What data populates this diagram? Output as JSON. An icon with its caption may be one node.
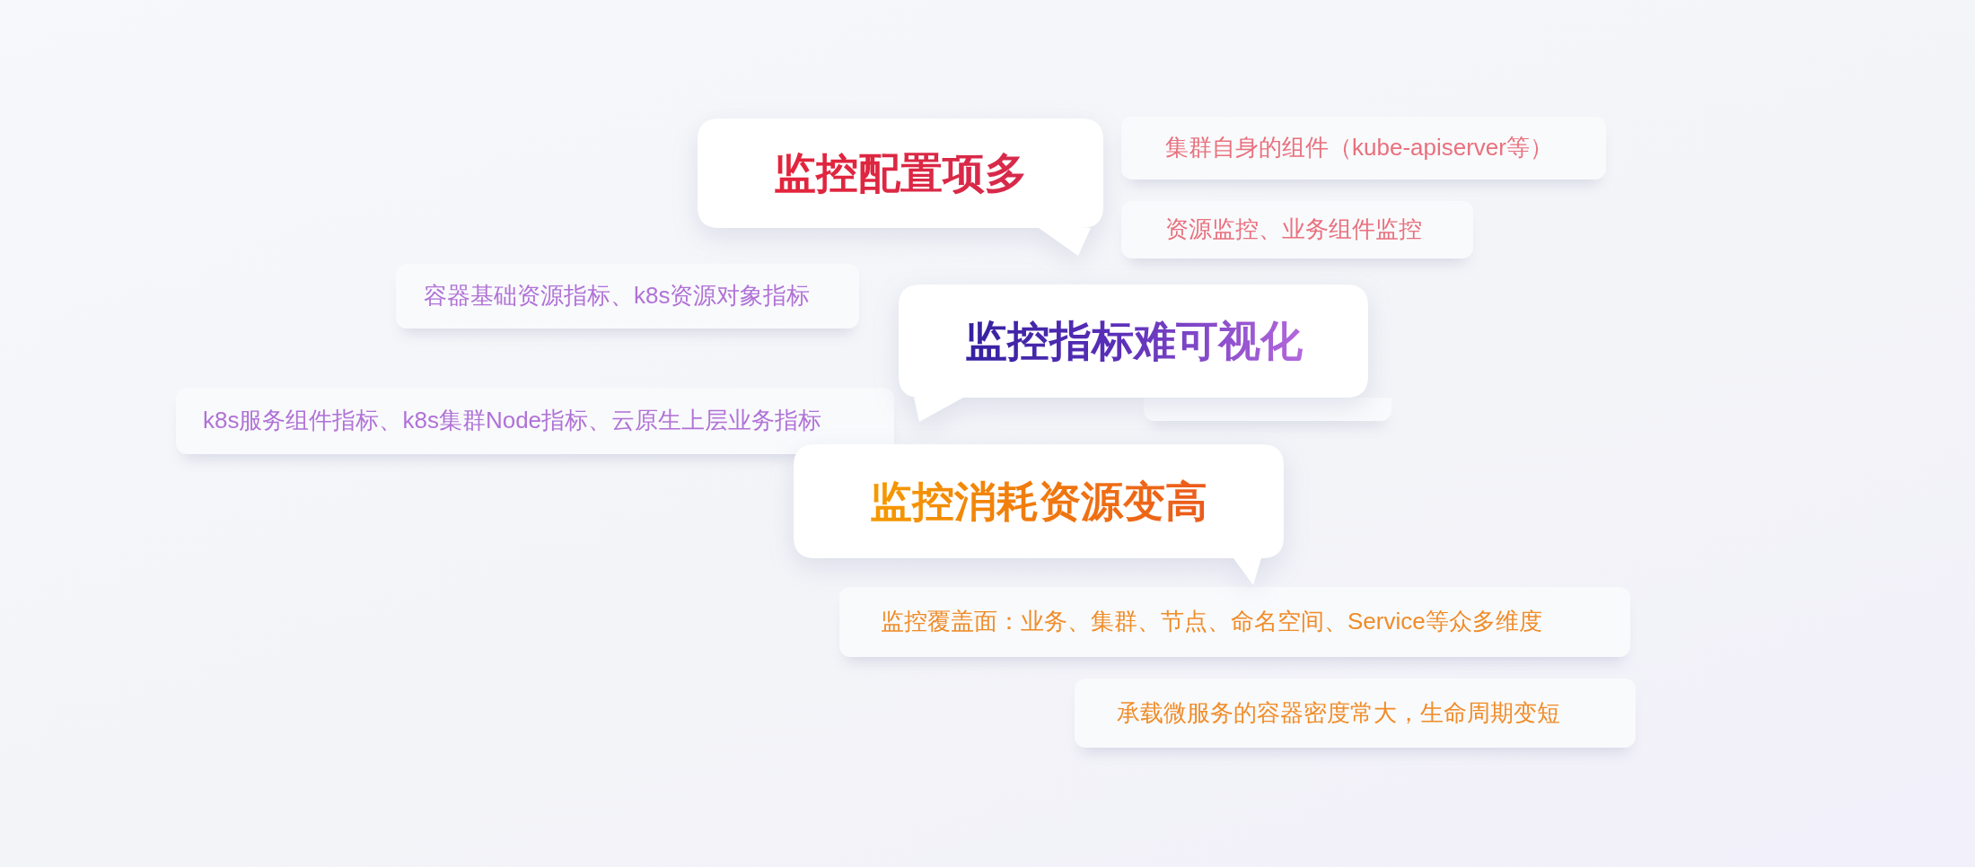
{
  "diagram": {
    "nodes": [
      {
        "text": [
          "监控配置项多"
        ]
      },
      {
        "text": [
          "集群自身的组件（kube-apiserver等）"
        ]
      },
      {
        "text": [
          "资源监控、业务组件监控"
        ]
      },
      {
        "text": [
          "容器基础资源指标、k8s资源对象指标"
        ]
      },
      {
        "text": [
          "监控指标难可视化"
        ]
      },
      {
        "text": [],
        "shape": "box"
      },
      {
        "text": [
          "k8s服务组件指标、k8s集群Node指标、云原生上层业务指标"
        ]
      },
      {
        "text": [
          "监控消耗资源变高"
        ]
      },
      {
        "text": [
          "监控覆盖面：业务、集群、节点、命名空间、Service等众多维度"
        ]
      },
      {
        "text": [
          "承载微服务的容器密度常大，生命周期变短"
        ]
      }
    ]
  }
}
